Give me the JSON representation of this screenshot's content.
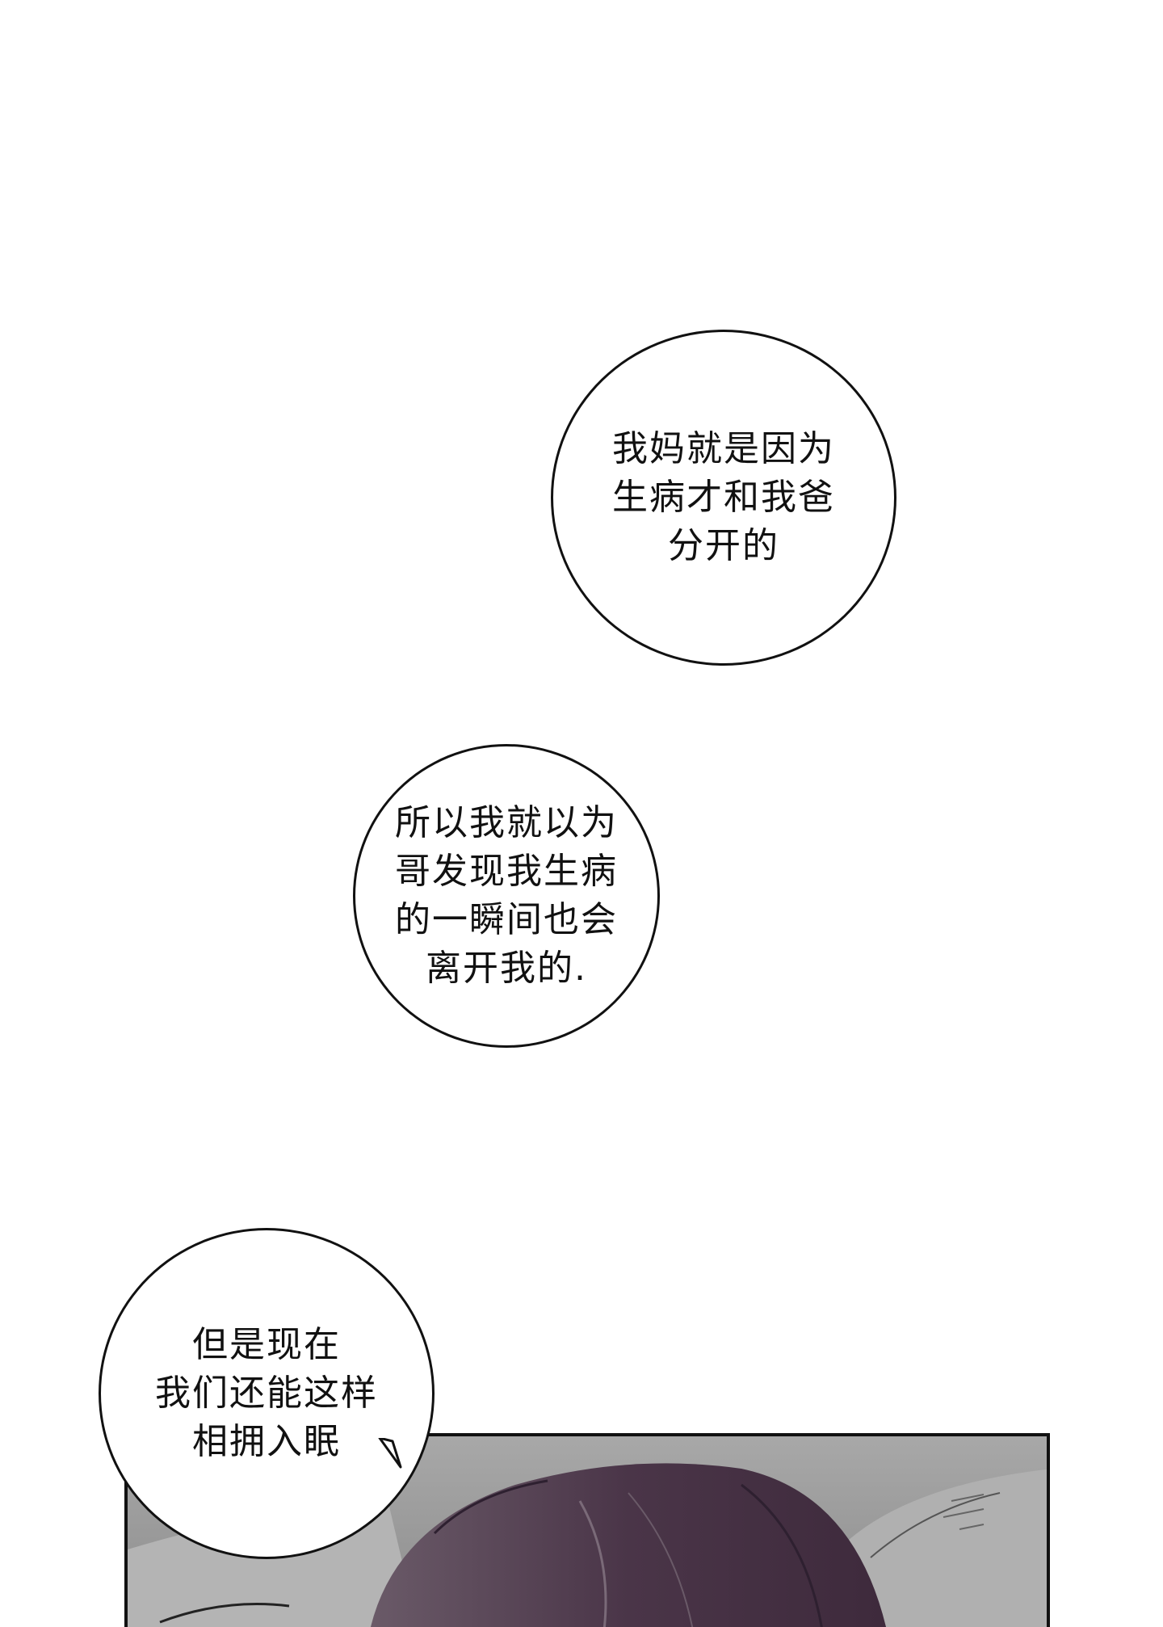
{
  "bubbles": [
    {
      "lines": [
        "我妈就是因为",
        "生病才和我爸",
        "分开的"
      ]
    },
    {
      "lines": [
        "所以我就以为",
        "哥发现我生病",
        "的一瞬间也会",
        "离开我的."
      ]
    },
    {
      "lines": [
        "但是现在",
        "我们还能这样",
        "相拥入眠"
      ]
    }
  ],
  "panel": {
    "hair_color": "#4a3548",
    "background_color": "#9a9a9a"
  }
}
